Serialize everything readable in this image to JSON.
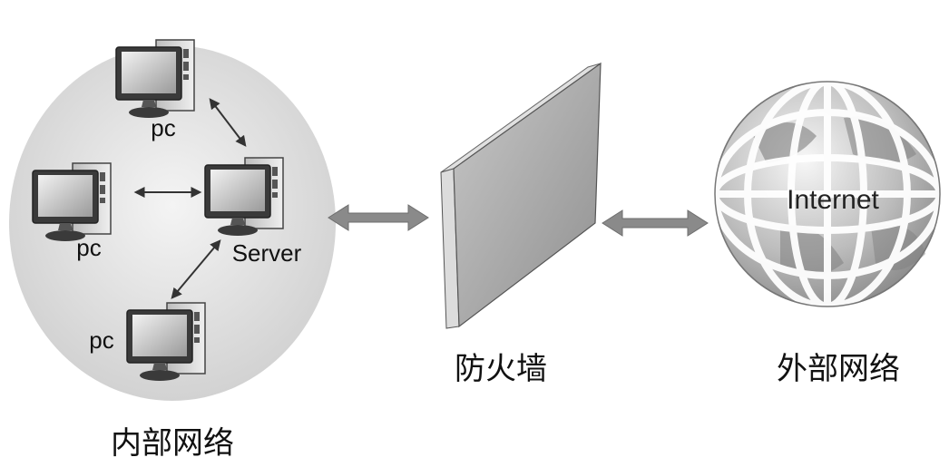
{
  "internal_network": {
    "label": "内部网络",
    "server_label": "Server",
    "pc_top_label": "pc",
    "pc_left_label": "pc",
    "pc_bottom_label": "pc"
  },
  "firewall": {
    "label": "防火墙"
  },
  "external_network": {
    "label": "外部网络",
    "globe_text": "Internet"
  },
  "colors": {
    "ellipse": "#d9d9d9",
    "arrow": "#8a8a8a",
    "firewall_face": "#a9a9a9",
    "monitor_screen": "#bfbfbf"
  },
  "icons": {
    "computer": "desktop-computer-icon",
    "server": "server-computer-icon",
    "firewall": "firewall-wall-icon",
    "globe": "globe-icon"
  }
}
